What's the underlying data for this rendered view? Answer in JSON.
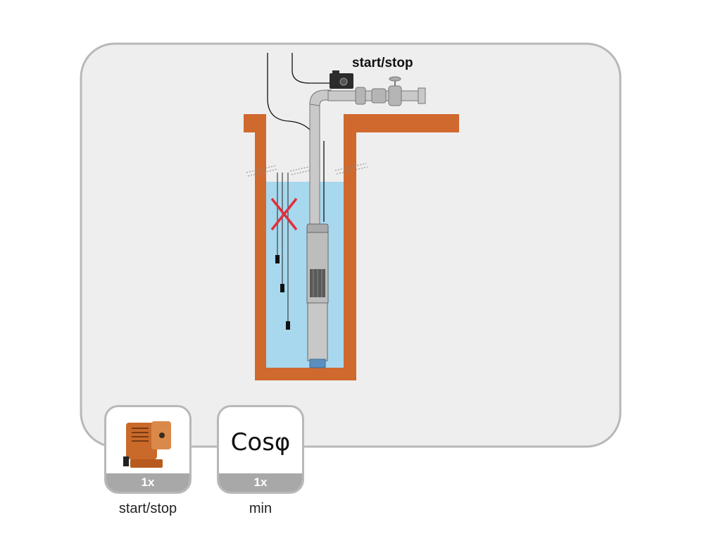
{
  "diagram": {
    "control_label": "start/stop",
    "colors": {
      "panel_bg": "#eeeeee",
      "panel_border": "#b8b8b8",
      "well_wall": "#d0692e",
      "water": "#a8d8ee",
      "pipe": "#c9c9c9",
      "cross_mark": "#e0303c"
    }
  },
  "cards": [
    {
      "icon": "pressure-switch-icon",
      "quantity": "1x",
      "caption": "start/stop"
    },
    {
      "symbol": "Cosφ",
      "quantity": "1x",
      "caption": "min"
    }
  ]
}
